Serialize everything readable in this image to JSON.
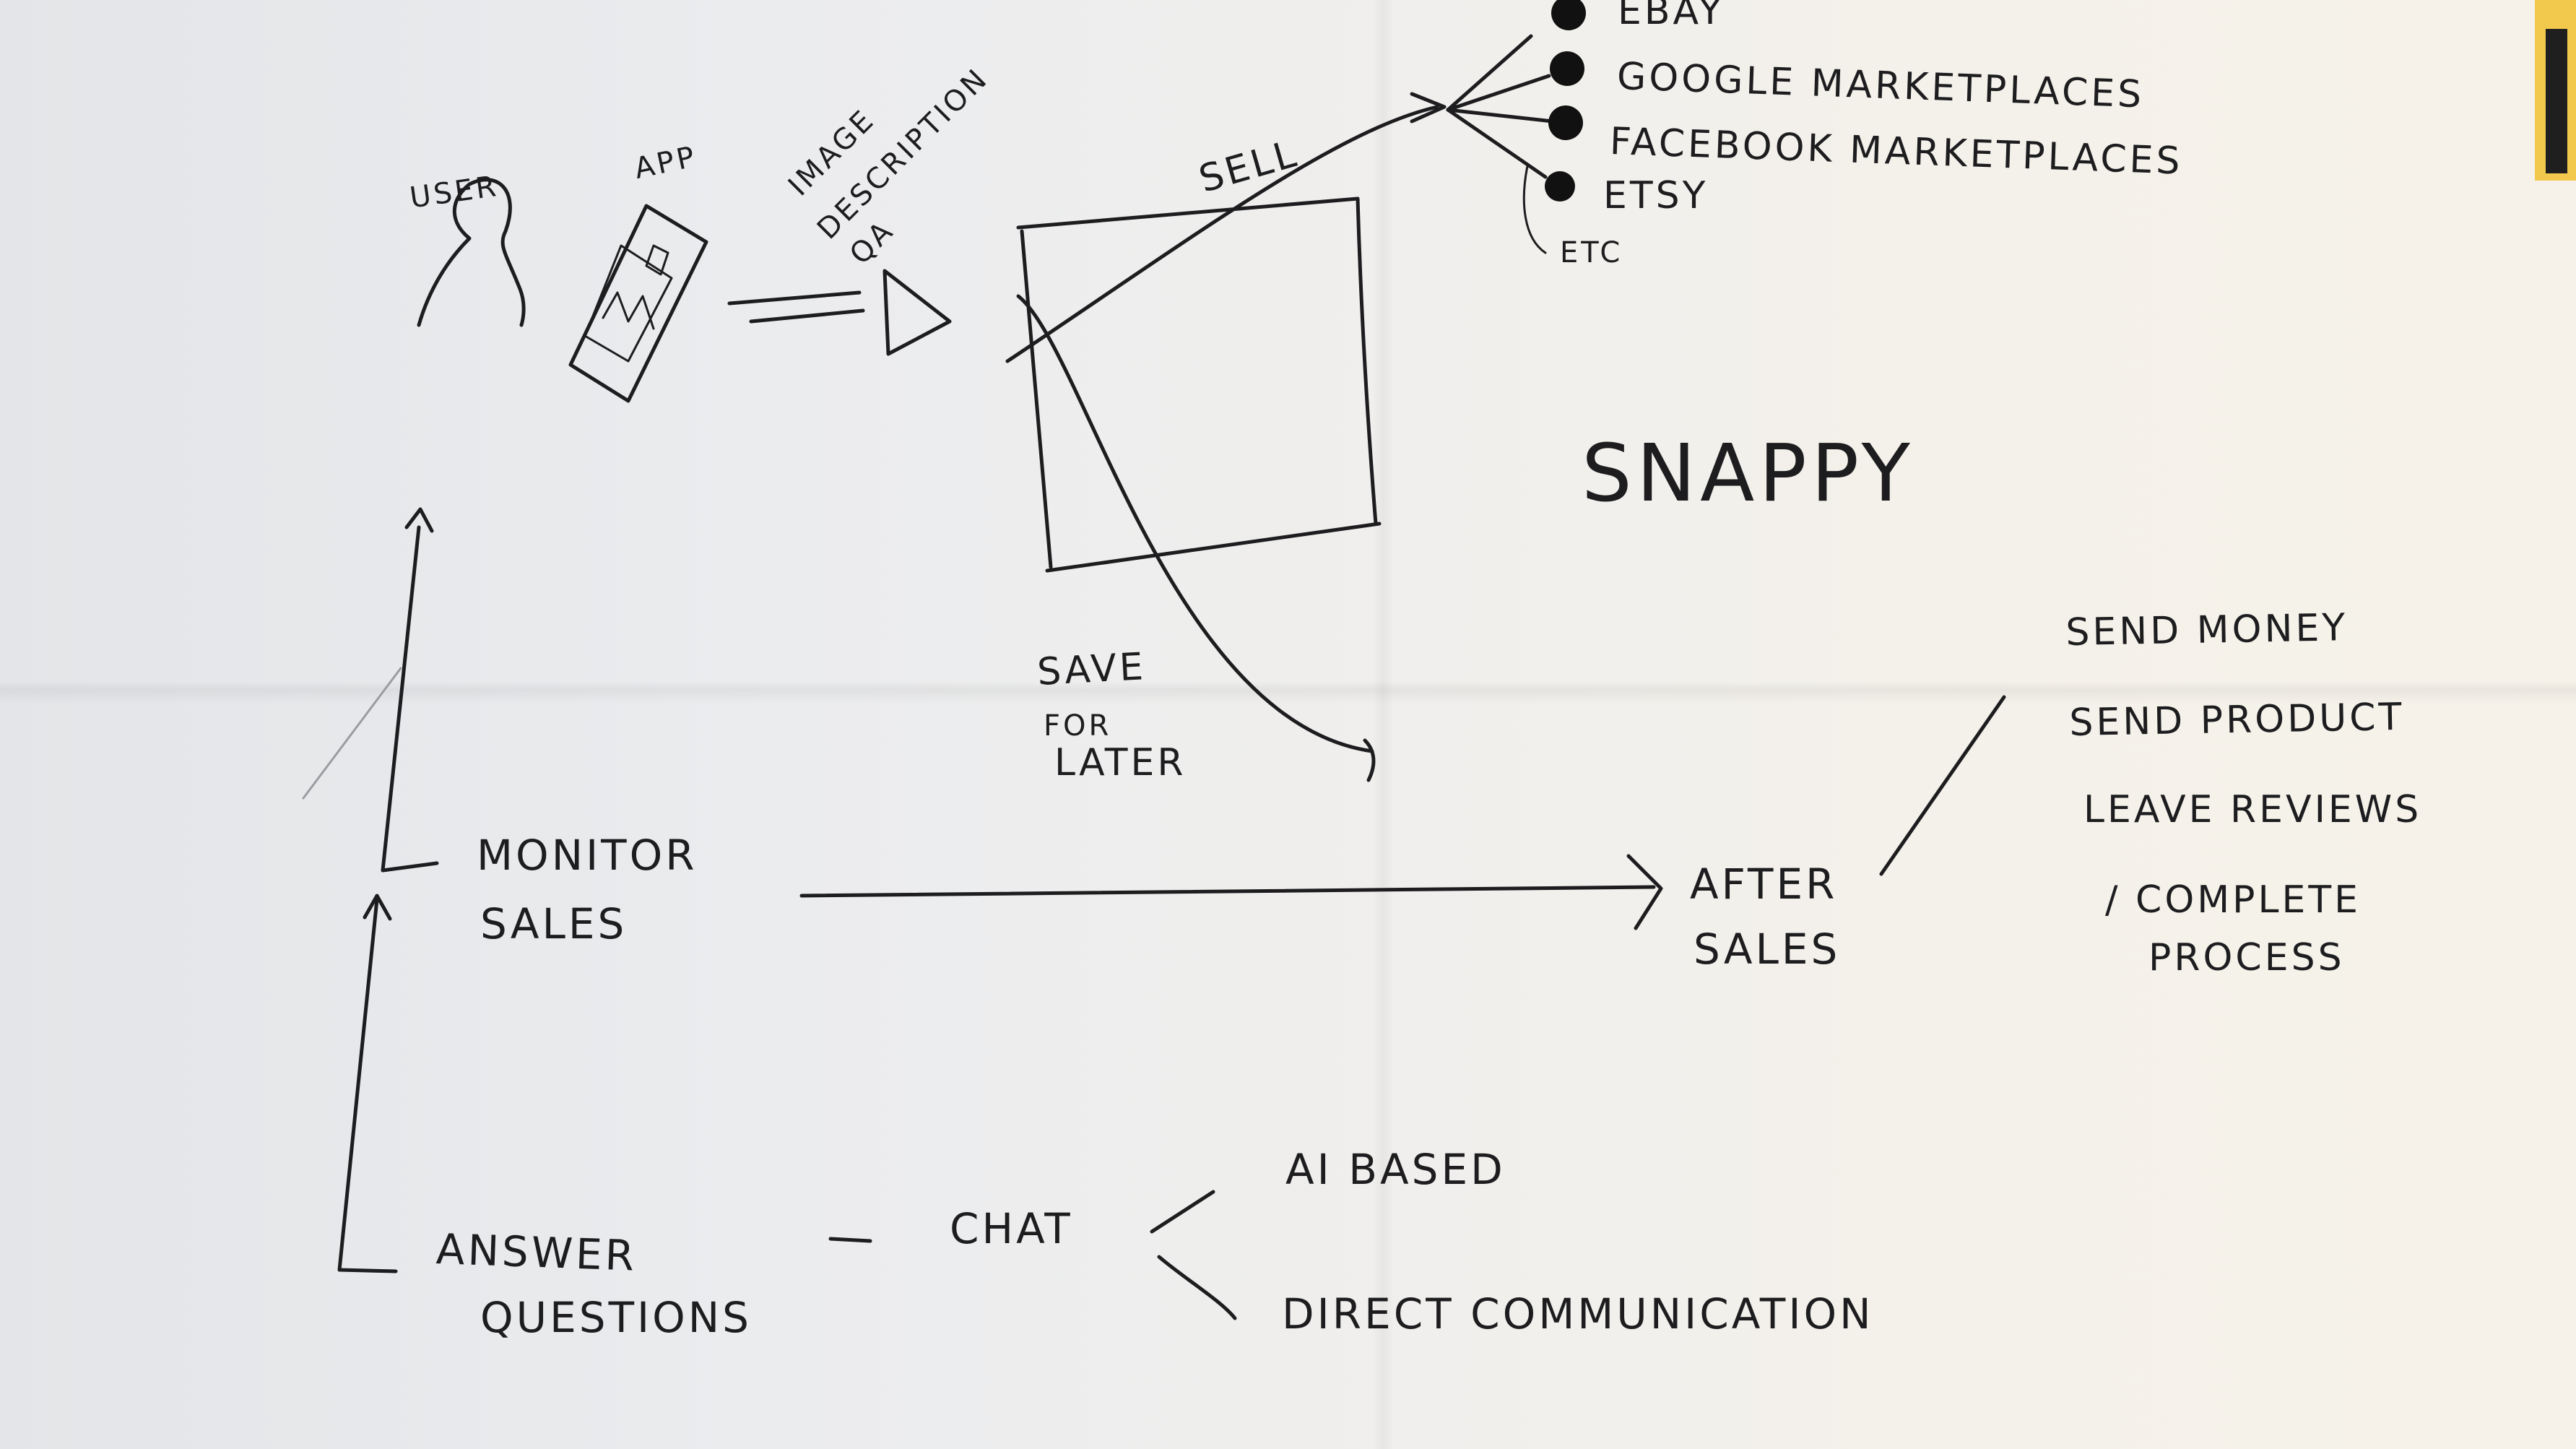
{
  "labels": {
    "user": "USER",
    "app": "APP",
    "image_description_qa": [
      "IMAGE",
      "DESCRIPTION",
      "QA"
    ],
    "sell": "SELL",
    "marketplaces": [
      "EBAY",
      "GOOGLE MARKETPLACES",
      "FACEBOOK MARKETPLACES",
      "ETSY",
      "ETC"
    ],
    "brand": "SNAPPY",
    "save_for_later": [
      "SAVE",
      "FOR",
      "LATER"
    ],
    "after_sales_actions": [
      "SEND MONEY",
      "SEND PRODUCT",
      "LEAVE REVIEWS",
      "/ COMPLETE",
      "PROCESS"
    ],
    "monitor_sales": [
      "MONITOR",
      "SALES"
    ],
    "after_sales": [
      "AFTER",
      "SALES"
    ],
    "answer_questions": [
      "ANSWER",
      "QUESTIONS"
    ],
    "chat": "CHAT",
    "chat_options": [
      "AI BASED",
      "DIRECT COMMUNICATION"
    ]
  },
  "colors": {
    "ink": "#1d1d1f",
    "paper": "#f0efed",
    "tag": "#f2c94c"
  }
}
